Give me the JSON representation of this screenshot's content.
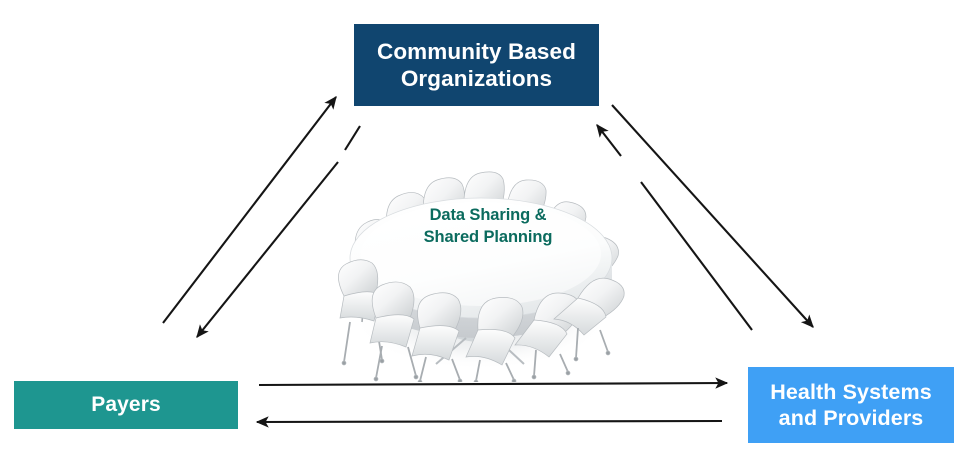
{
  "diagram": {
    "title": "Data Sharing & Shared Planning stakeholder collaboration triangle",
    "background_color": "#FFFFFF",
    "nodes": {
      "community_based_organizations": {
        "label_line_1": "Community Based",
        "label_line_2": "Organizations",
        "full_label": "Community Based Organizations",
        "color": "#10456F",
        "text_color": "#FFFFFF",
        "position": "top-center"
      },
      "payers": {
        "label_line_1": "Payers",
        "label_line_2": "",
        "full_label": "Payers",
        "color": "#1E9690",
        "text_color": "#FFFFFF",
        "position": "bottom-left"
      },
      "health_systems_and_providers": {
        "label_line_1": "Health Systems",
        "label_line_2": "and Providers",
        "full_label": "Health Systems and Providers",
        "color": "#3FA0F5",
        "text_color": "#FFFFFF",
        "position": "bottom-right"
      }
    },
    "center": {
      "caption_line_1": "Data Sharing &",
      "caption_line_2": "Shared Planning",
      "full_caption": "Data Sharing & Shared Planning",
      "text_color": "#0B6B5E",
      "illustration": "round-conference-table-with-chairs",
      "chair_count": 10
    },
    "connectors": [
      {
        "name": "payers-to-cbo",
        "from": "payers",
        "to": "community_based_organizations",
        "direction": "up-right",
        "color": "#1A1A1A"
      },
      {
        "name": "cbo-to-payers",
        "from": "community_based_organizations",
        "to": "payers",
        "direction": "down-left",
        "color": "#1A1A1A"
      },
      {
        "name": "health-to-cbo",
        "from": "health_systems_and_providers",
        "to": "community_based_organizations",
        "direction": "up-left",
        "color": "#1A1A1A"
      },
      {
        "name": "cbo-to-health",
        "from": "community_based_organizations",
        "to": "health_systems_and_providers",
        "direction": "down-right",
        "color": "#1A1A1A"
      },
      {
        "name": "payers-to-health",
        "from": "payers",
        "to": "health_systems_and_providers",
        "direction": "right",
        "color": "#1A1A1A"
      },
      {
        "name": "health-to-payers",
        "from": "health_systems_and_providers",
        "to": "payers",
        "direction": "left",
        "color": "#1A1A1A"
      }
    ]
  }
}
